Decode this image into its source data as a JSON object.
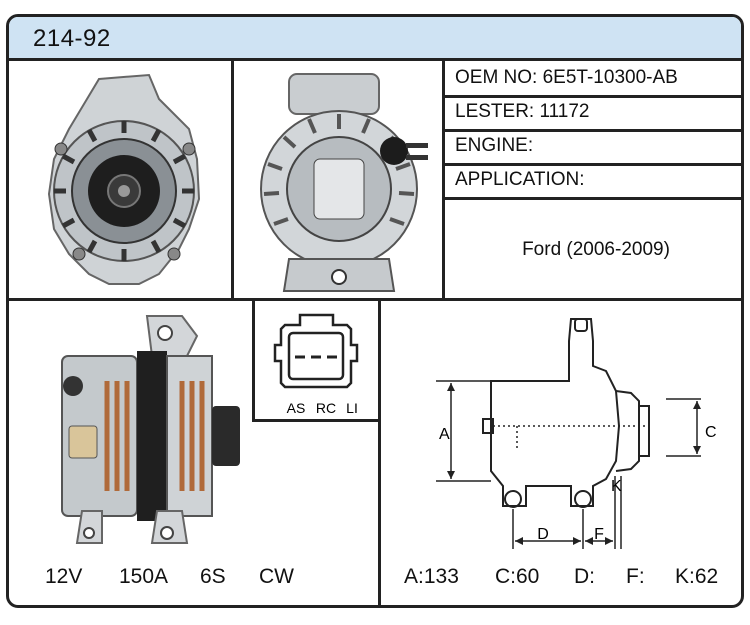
{
  "part": {
    "number": "214-92"
  },
  "specs": {
    "oem": "OEM NO: 6E5T-10300-AB",
    "lester": "LESTER: 11172",
    "engine": "ENGINE:",
    "application": "APPLICATION:",
    "application_value": "Ford (2006-2009)"
  },
  "electrical": {
    "voltage": "12V",
    "amperage": "150A",
    "pulley": "6S",
    "rotation": "CW"
  },
  "connector": {
    "pins": [
      "AS",
      "RC",
      "LI"
    ]
  },
  "dimension_labels": {
    "a": "A",
    "c": "C",
    "d": "D",
    "f": "F",
    "k": "K"
  },
  "dimensions": {
    "a": "A:133",
    "c": "C:60",
    "d": "D:",
    "f": "F:",
    "k": "K:62"
  },
  "colors": {
    "header_bg": "#cfe3f3",
    "border": "#222222"
  }
}
